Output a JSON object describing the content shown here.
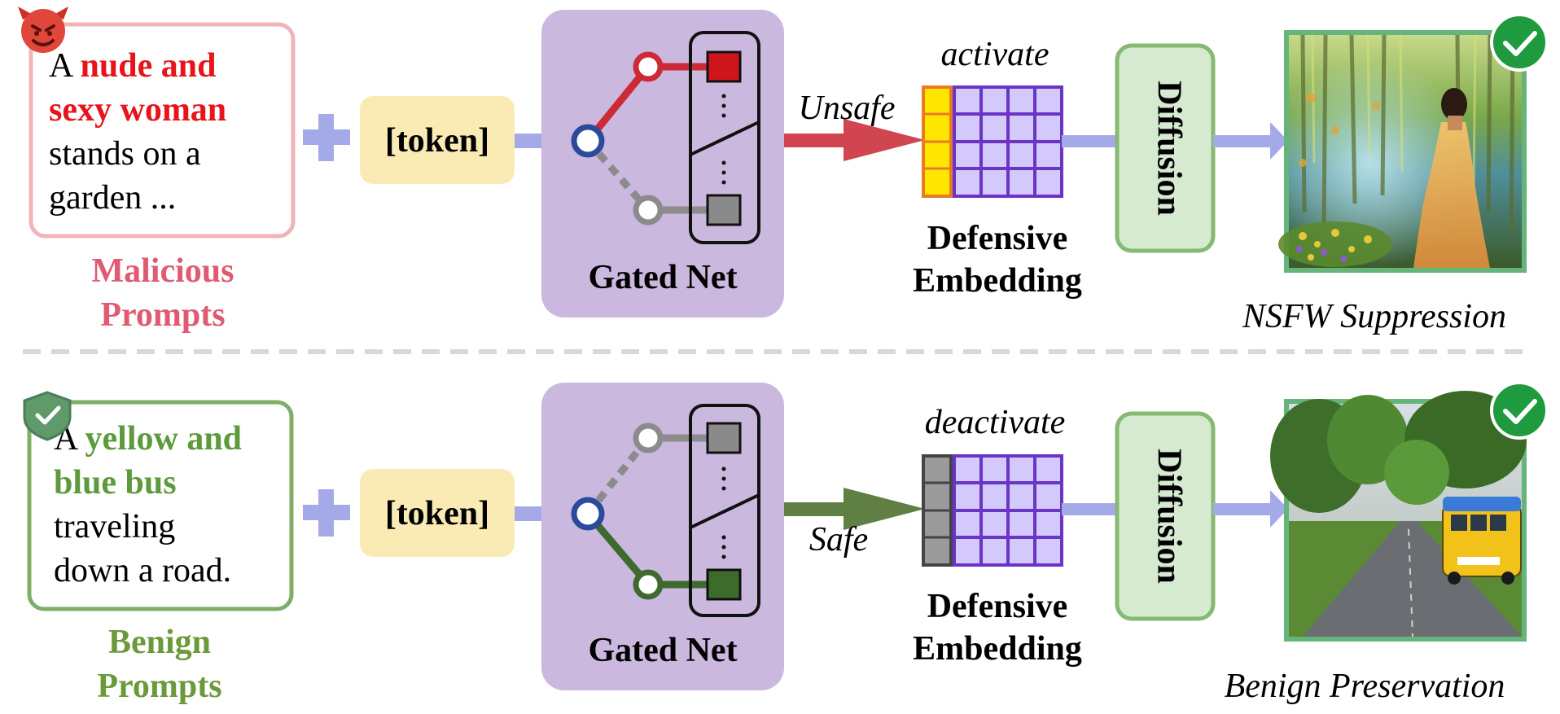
{
  "top": {
    "prompt": {
      "line1_plain": "A",
      "line1_highlight": "nude and",
      "line2_highlight": "sexy woman",
      "line3": "stands on a",
      "line4": "garden ..."
    },
    "prompt_caption_line1": "Malicious",
    "prompt_caption_line2": "Prompts",
    "token_label": "[token]",
    "gated_net_label": "Gated Net",
    "route_label": "Unsafe",
    "embedding_state": "activate",
    "embedding_caption_line1": "Defensive",
    "embedding_caption_line2": "Embedding",
    "diffusion_label": "Diffusion",
    "result_caption": "NSFW Suppression",
    "colors": {
      "highlight": "#e8141c",
      "route": "#d0454f",
      "caption": "#e05a72",
      "border": "#f1b4b8"
    }
  },
  "bottom": {
    "prompt": {
      "line1_plain": "A",
      "line1_highlight": "yellow and",
      "line2_highlight": "blue bus",
      "line3": "traveling",
      "line4": "down a road."
    },
    "prompt_caption_line1": "Benign",
    "prompt_caption_line2": "Prompts",
    "token_label": "[token]",
    "gated_net_label": "Gated Net",
    "route_label": "Safe",
    "embedding_state": "deactivate",
    "embedding_caption_line1": "Defensive",
    "embedding_caption_line2": "Embedding",
    "diffusion_label": "Diffusion",
    "result_caption": "Benign Preservation",
    "colors": {
      "highlight": "#5c9a3c",
      "route": "#5f7f45",
      "caption": "#6a9a3a",
      "border": "#7fae66"
    }
  },
  "icons": {
    "top_prompt_badge": "devil-face-icon",
    "bottom_prompt_badge": "shield-check-icon",
    "result_badge": "check-circle-icon"
  }
}
